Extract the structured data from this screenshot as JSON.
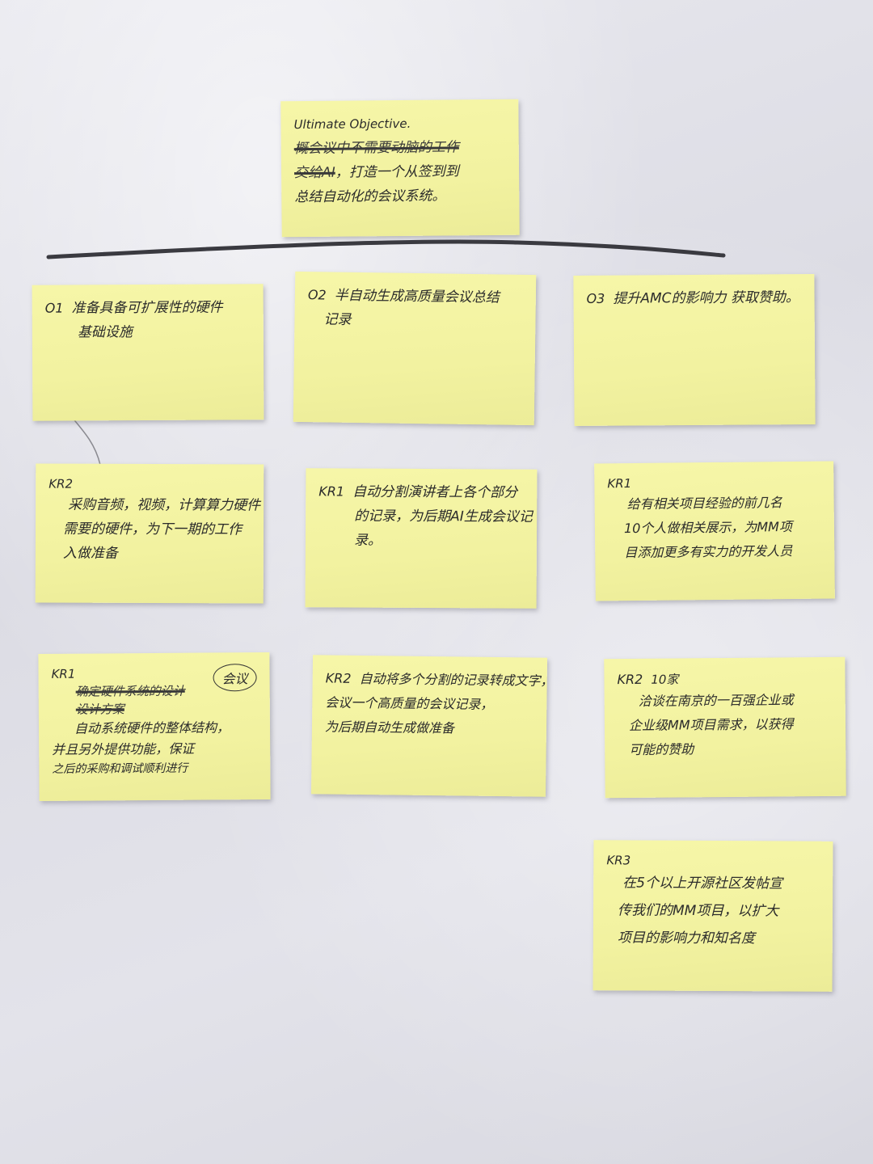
{
  "objective": {
    "title": "Ultimate Objective.",
    "lines": [
      {
        "struck": "概会议中不需要动脑的工作",
        "text": ""
      },
      {
        "struck": "交给AI",
        "text": "，打造一个从签到到"
      },
      {
        "struck": "",
        "text": "总结自动化的会议系统。"
      }
    ]
  },
  "objectives": [
    {
      "head": "O1",
      "lines": [
        "准备具备可扩展性的硬件",
        "基础设施"
      ]
    },
    {
      "head": "O2",
      "lines": [
        "半自动生成高质量会议总结",
        "记录"
      ]
    },
    {
      "head": "O3",
      "lines": [
        "提升AMC的影响力 获取赞助。"
      ]
    }
  ],
  "key_results_row1": [
    {
      "head": "KR2",
      "lines": [
        "采购音频，视频，计算算力硬件",
        "需要的硬件，为下一期的工作",
        "入做准备"
      ]
    },
    {
      "head": "KR1",
      "lines": [
        "自动分割演讲者上各个部分",
        "的记录，为后期AI生成会议记",
        "录。"
      ]
    },
    {
      "head": "KR1",
      "lines": [
        "给有相关项目经验的前几名",
        "10个人做相关展示，为MM项",
        "目添加更多有实力的开发人员"
      ]
    }
  ],
  "key_results_row2": [
    {
      "head": "KR1",
      "badge": "会议",
      "struck_lines": [
        "确定硬件系统的设计",
        "设计方案"
      ],
      "lines": [
        "自动系统硬件的整体结构，",
        "并且另外提供功能，保证",
        "之后的采购和调试顺利进行"
      ]
    },
    {
      "head": "KR2",
      "lines": [
        "自动将多个分割的记录转成文字，",
        "会议一个高质量的会议记录，",
        "为后期自动生成做准备"
      ]
    },
    {
      "head": "KR2",
      "sub": "10家",
      "lines": [
        "洽谈在南京的一百强企业或",
        "企业级MM项目需求，以获得",
        "可能的赞助"
      ]
    }
  ],
  "key_result_extra": {
    "head": "KR3",
    "lines": [
      "在5个以上开源社区发帖宣",
      "传我们的MM项目，以扩大",
      "项目的影响力和知名度"
    ]
  }
}
